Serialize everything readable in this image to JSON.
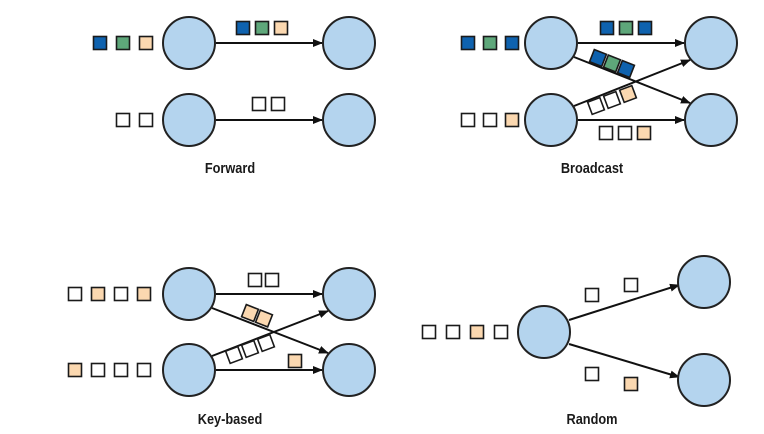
{
  "colors": {
    "node_fill": "#b4d4ee",
    "node_stroke": "#222222",
    "edge": "#111111",
    "blue": "#0f62ae",
    "green": "#5ea77a",
    "peach": "#fbd8b0",
    "white": "#ffffff"
  },
  "panels": [
    {
      "id": "forward",
      "caption": "Forward",
      "queues": [
        {
          "id": "fwd-in-1",
          "items": [
            "blue",
            "green",
            "peach"
          ]
        },
        {
          "id": "fwd-in-2",
          "items": [
            "white",
            "white"
          ]
        }
      ],
      "edges": [
        {
          "id": "fwd-top",
          "records": [
            "blue",
            "green",
            "peach"
          ]
        },
        {
          "id": "fwd-bottom",
          "records": [
            "white",
            "white"
          ]
        }
      ]
    },
    {
      "id": "broadcast",
      "caption": "Broadcast",
      "queues": [
        {
          "id": "bc-in-1",
          "items": [
            "blue",
            "green",
            "blue"
          ]
        },
        {
          "id": "bc-in-2",
          "items": [
            "white",
            "white",
            "peach"
          ]
        }
      ],
      "edges": [
        {
          "id": "bc-top",
          "records": [
            "blue",
            "green",
            "blue"
          ]
        },
        {
          "id": "bc-cross-down",
          "records": [
            "blue",
            "green",
            "blue"
          ]
        },
        {
          "id": "bc-cross-up",
          "records": [
            "white",
            "white",
            "peach"
          ]
        },
        {
          "id": "bc-bottom",
          "records": [
            "white",
            "white",
            "peach"
          ]
        }
      ]
    },
    {
      "id": "key-based",
      "caption": "Key-based",
      "queues": [
        {
          "id": "kb-in-1",
          "items": [
            "white",
            "peach",
            "white",
            "peach"
          ]
        },
        {
          "id": "kb-in-2",
          "items": [
            "peach",
            "white",
            "white",
            "white"
          ]
        }
      ],
      "edges": [
        {
          "id": "kb-top",
          "records": [
            "white",
            "white"
          ]
        },
        {
          "id": "kb-cross-down",
          "records": [
            "peach",
            "peach"
          ]
        },
        {
          "id": "kb-cross-up",
          "records": [
            "white",
            "white",
            "white"
          ]
        },
        {
          "id": "kb-bottom",
          "records": [
            "peach"
          ]
        }
      ]
    },
    {
      "id": "random",
      "caption": "Random",
      "queues": [
        {
          "id": "rnd-in",
          "items": [
            "white",
            "white",
            "peach",
            "white"
          ]
        }
      ],
      "edges": [
        {
          "id": "rnd-up",
          "records": [
            "white",
            "white"
          ]
        },
        {
          "id": "rnd-down",
          "records": [
            "white",
            "peach"
          ]
        }
      ]
    }
  ]
}
